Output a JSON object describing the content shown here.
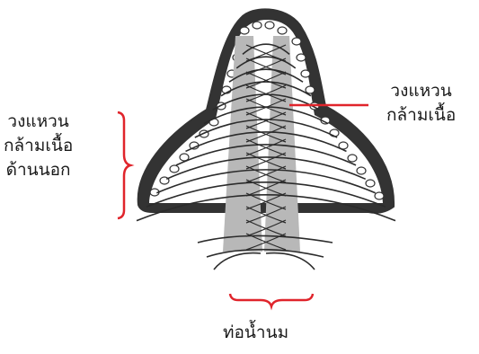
{
  "labels": {
    "inner_ring": {
      "line1": "วงแหวน",
      "line2": "กล้ามเนื้อ"
    },
    "outer_ring": {
      "line1": "วงแหวน",
      "line2": "กล้ามเนื้อ",
      "line3": "ด้านนอก"
    },
    "milk_duct": "ท่อน้ำนม"
  },
  "colors": {
    "outline": "#333333",
    "lines": "#2b2b2b",
    "duct_fill": "#b8b8b8",
    "callout": "#e0242b"
  }
}
